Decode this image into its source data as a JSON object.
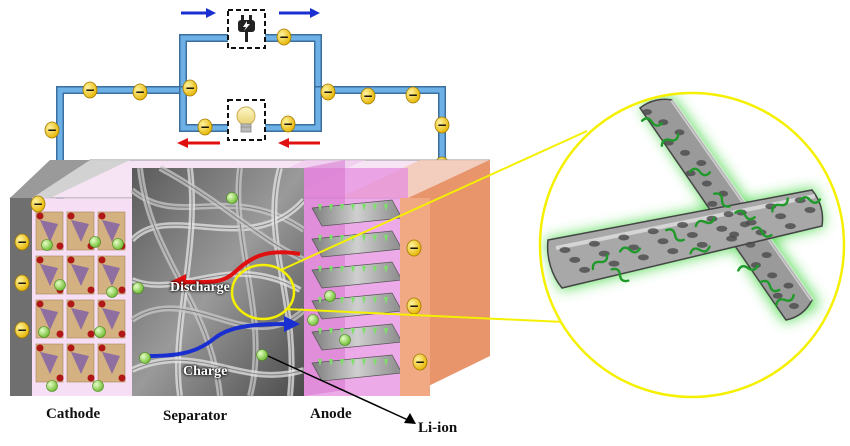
{
  "labels": {
    "cathode": "Cathode",
    "separator": "Separator",
    "anode": "Anode",
    "li_ion": "Li-ion",
    "discharge": "Discharge",
    "charge": "Charge"
  },
  "icons": {
    "source": "plug-icon",
    "load": "light-bulb-icon",
    "electron": "electron-icon",
    "electron_symbol": "−"
  },
  "colors": {
    "wire": "#5aa0d8",
    "electron": "#f2c200",
    "discharge_arrow": "#e01010",
    "charge_arrow": "#1a2fd0",
    "electron_flow_top": "#1a2fd0",
    "electron_flow_bottom": "#e01010",
    "li_ion": "#8fd14f",
    "callout": "#f5f000",
    "cathode_panel": "#e9b8e6",
    "anode_panel": "#e68ee0",
    "collector_left": "#6f6f6f",
    "collector_right": "#f0a982",
    "graphene_glow": "#3bd63b"
  }
}
